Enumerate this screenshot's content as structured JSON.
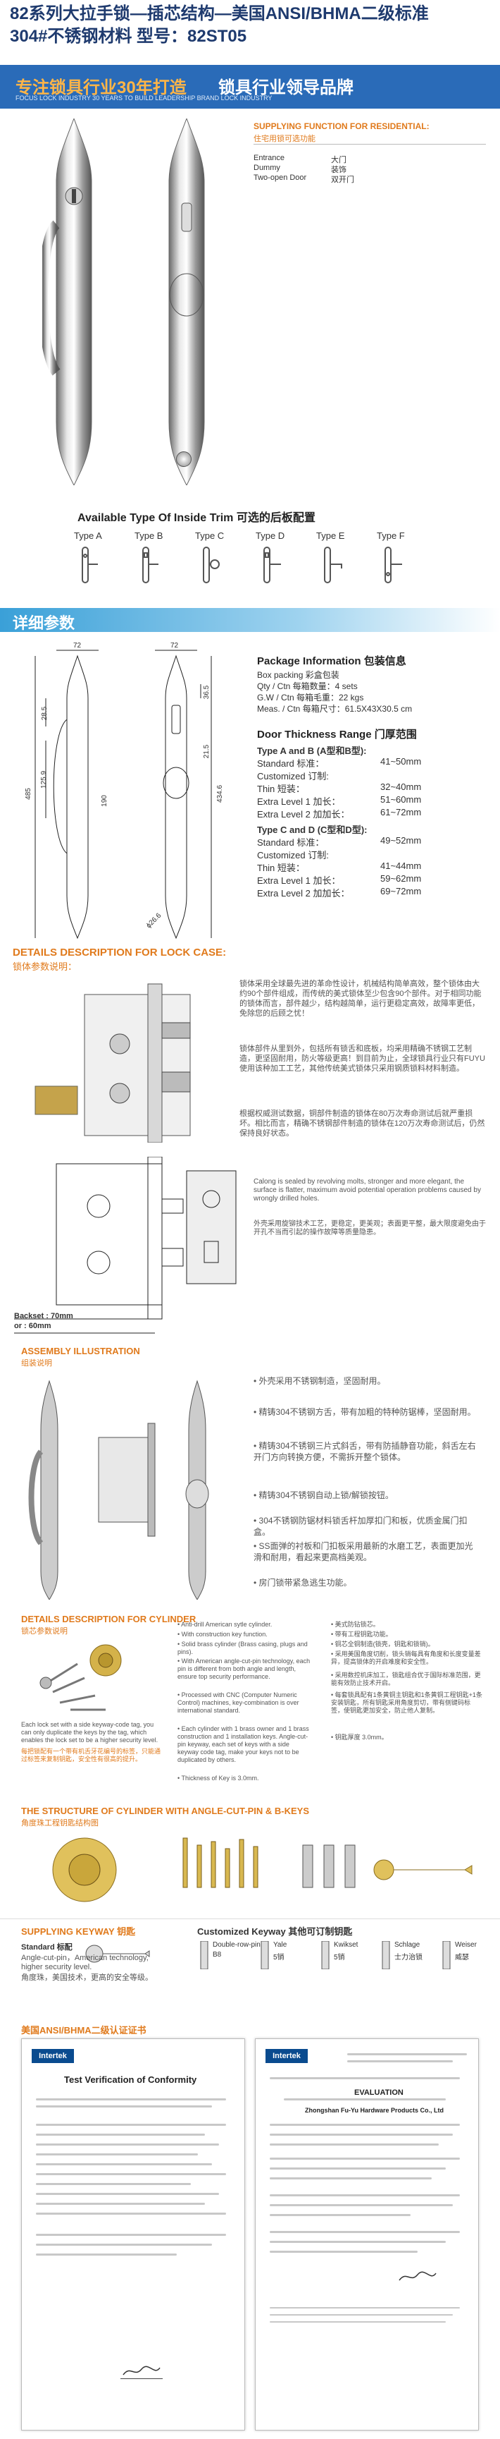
{
  "header": {
    "title_line1": "82系列大拉手锁—插芯结构—美国ANSI/BHMA二级标准",
    "title_line2": "304#不锈钢材料   型号：82ST05"
  },
  "banner": {
    "slogan_orange": "专注锁具行业30年打造",
    "slogan_white": "锁具行业领导品牌",
    "subtext": "FOCUS LOCK INDUSTRY 30 YEARS TO BUILD LEADERSHIP BRAND LOCK INDUSTRY"
  },
  "supply": {
    "title_en": "SUPPLYING FUNCTION FOR RESIDENTIAL:",
    "title_cn": "住宅用锁可选功能",
    "items": [
      {
        "en": "Entrance",
        "cn": "大门"
      },
      {
        "en": "Dummy",
        "cn": "装饰"
      },
      {
        "en": "Two-open Door",
        "cn": "双开门"
      }
    ]
  },
  "trim": {
    "title": "Available Type Of Inside Trim  可选的后板配置",
    "types": [
      "Type A",
      "Type B",
      "Type C",
      "Type D",
      "Type E",
      "Type F"
    ]
  },
  "details_label": "详细参数",
  "drawing_dims": {
    "width_top_left": "72",
    "width_top_right": "72",
    "height_total": "485",
    "dim_a": "28.5",
    "dim_b": "125.9",
    "dim_c": "190",
    "dim_d": "36.5",
    "dim_e": "21.5",
    "dim_f": "434.6",
    "dia": "ϕ26.6"
  },
  "package": {
    "title": "Package  Information 包装信息",
    "lines": [
      "Box packing 彩盒包装",
      "Qty / Ctn 每箱数量：4 sets",
      "G.W / Ctn 每箱毛重：22 kgs",
      "Meas. / Ctn 每箱尺寸：61.5X43X30.5 cm"
    ]
  },
  "thickness": {
    "title": "Door Thickness Range 门厚范围",
    "ab_title": "Type A and B (A型和B型):",
    "ab_rows": [
      {
        "label": "Standard 标准：",
        "value": "41~50mm"
      },
      {
        "label": "Customized 订制:",
        "value": ""
      },
      {
        "label": "Thin 短装：",
        "value": "32~40mm"
      },
      {
        "label": "Extra Level 1 加长：",
        "value": "51~60mm"
      },
      {
        "label": "Extra Level 2 加加长：",
        "value": "61~72mm"
      }
    ],
    "cd_title": "Type C and D (C型和D型):",
    "cd_rows": [
      {
        "label": "Standard 标准：",
        "value": "49~52mm"
      },
      {
        "label": "Customized 订制:",
        "value": ""
      },
      {
        "label": "Thin 短装：",
        "value": "41~44mm"
      },
      {
        "label": "Extra Level 1 加长：",
        "value": "59~62mm"
      },
      {
        "label": "Extra Level 2 加加长：",
        "value": "69~72mm"
      }
    ]
  },
  "lockcase": {
    "title_en": "DETAILS DESCRIPTION FOR LOCK CASE:",
    "title_cn": "锁体参数说明：",
    "para1": "锁体采用全球最先进的革命性设计，机械结构简单高效，整个锁体由大约90个部件组成，而传统的美式锁体至少包含90个部件。对于相同功能的锁体而言，部件越少，结构越简单，运行更稳定高效，故障率更低，免除您的后顾之忧！",
    "para2": "锁体部件从里到外，包括所有锁舌和底板，均采用精确不锈钢工艺制造，更坚固耐用，防火等级更高！到目前为止，全球锁具行业只有FUYU使用该种加工工艺，其他传统美式锁体只采用钢质锁料材料制造。",
    "para3": "根据权威测试数据，铜部件制造的锁体在80万次寿命测试后就严重损坏。相比而言，精确不锈钢部件制造的锁体在120万次寿命测试后，仍然保持良好状态。",
    "backset": "Backset : 70mm",
    "backset2": "or : 60mm",
    "note_en": "Calong is sealed by revolving molts, stronger and more elegant, the surface is flatter, maximum avoid potential operation problems caused by wrongly drilled holes.",
    "note_cn": "外壳采用旋铆技术工艺，更稳定，更美观；表面更平整，最大限度避免由于开孔不当而引起的操作故障等质量隐患。"
  },
  "assembly": {
    "title_en": "ASSEMBLY ILLUSTRATION",
    "title_cn": "组装说明",
    "features": [
      "外壳采用不锈钢制造，坚固耐用。",
      "精铸304不锈钢方舌，带有加粗的特种防锯棒，坚固耐用。",
      "精铸304不锈钢三片式斜舌，带有防插静音功能，斜舌左右开门方向转换方便，不需拆开整个锁体。",
      "精铸304不锈钢自动上锁/解锁按钮。",
      "304不锈钢防锯材料锁舌杆加厚扣门和板，优质金属门扣盒。",
      "SS面弹的衬板和门扣板采用最新的水磨工艺，表面更加光滑和耐用，看起来更高档美观。",
      "房门锁带紧急逃生功能。"
    ]
  },
  "cylinder": {
    "title_en": "DETAILS DESCRIPTION FOR CYLINDER",
    "title_cn": "锁芯参数说明",
    "caption_en": "Each lock set with a side keyway-code tag, you can only duplicate the keys by the tag, which enables the lock set to be a higher security level.",
    "caption_cn": "每把锁配有一个带有机舌牙花编号的标签，只能通过标签来复制钥匙，安全性有很高的提升。",
    "features_en": [
      "Anti-drill American sytle cylinder.",
      "With construction key function.",
      "Solid brass cylinder (Brass casing, plugs and pins).",
      "With American angle-cut-pin technology, each pin is different from both angle and length, ensure top security performance.",
      "Processed with CNC (Computer Numeric Control) machines, key-combination is over international standard.",
      "Each cylinder with 1 brass owner and 1 brass construction and 1 installation keys. Angle-cut-pin keyway, each set of keys with a side keyway code tag, make your keys not to be duplicated by others.",
      "Thickness of Key is 3.0mm."
    ],
    "features_cn": [
      "美式防钻锁芯。",
      "带有工程钥匙功能。",
      "铜芯全铜制造(锁壳，钥匙和锁销)。",
      "采用美国角度切削，锁头销每具有角度和长度变量差异，提高锁体的开启难度和安全性。",
      "采用数控机床加工，锁匙组合优于国际标准范围，更能有效防止技术开启。",
      "每套锁具配有1条黄铜主钥匙和1条黄铜工程钥匙+1条安装钥匙，所有钥匙采用角度剪切，带有侧键码标签，使钥匙更加安全，防止他人复制。",
      "钥匙厚度 3.0mm。"
    ]
  },
  "angle_pin": {
    "title_en": "THE STRUCTURE OF CYLINDER WITH ANGLE-CUT-PIN & B-KEYS",
    "title_cn": "角度珠工程钥匙结构图"
  },
  "keyway": {
    "title": "SUPPLYING KEYWAY 钥匙",
    "standard_label": "Standard 标配",
    "standard_text": "Angle-cut-pin，American technology, higher security level.",
    "standard_cn": "角度珠，美国技术，更高的安全等级。",
    "custom_label": "Customized Keyway 其他可订制钥匙",
    "keys": [
      {
        "en": "Double-row-pin",
        "cn": "B8"
      },
      {
        "en": "Yale",
        "cn": "5销"
      },
      {
        "en": "Kwikset",
        "cn": "5销"
      },
      {
        "en": "Schlage",
        "cn": "士力治锁"
      },
      {
        "en": "Weiser",
        "cn": "威瑟"
      }
    ]
  },
  "certificate": {
    "title": "美国ANSI/BHMA二级认证证书",
    "left_heading": "Test Verification of Conformity",
    "left_brand": "Intertek",
    "right_heading": "EVALUATION",
    "right_brand": "Intertek",
    "right_company": "Zhongshan Fu-Yu Hardware Products Co., Ltd"
  },
  "colors": {
    "navy": "#1e3a6e",
    "orange": "#e07a1c",
    "blue": "#2a6bb8",
    "sky": "#3aa0d8"
  }
}
